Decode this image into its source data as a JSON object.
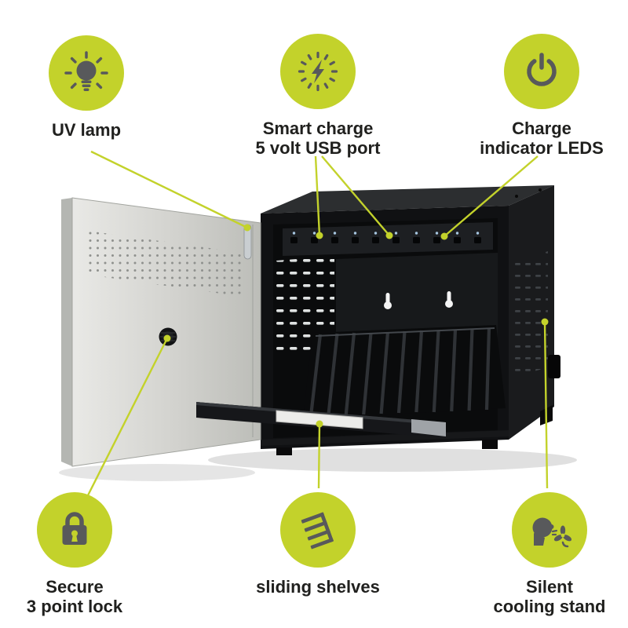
{
  "colors": {
    "accent": "#c3d22b",
    "icon_gray": "#58595b",
    "label_text": "#20201e",
    "background": "#ffffff",
    "cabinet_black": "#101113",
    "door_silver": "#d6d6d2"
  },
  "features": [
    {
      "id": "uv-lamp",
      "icon": "lightbulb-icon",
      "label_lines": [
        "UV lamp"
      ]
    },
    {
      "id": "smart-charge",
      "icon": "charge-timer-icon",
      "label_lines": [
        "Smart charge",
        "5 volt USB port"
      ]
    },
    {
      "id": "charge-indicator-leds",
      "icon": "power-icon",
      "label_lines": [
        "Charge",
        "indicator LEDS"
      ]
    },
    {
      "id": "secure-lock",
      "icon": "padlock-icon",
      "label_lines": [
        "Secure",
        "3 point lock"
      ]
    },
    {
      "id": "sliding-shelves",
      "icon": "shelves-icon",
      "label_lines": [
        "sliding shelves"
      ]
    },
    {
      "id": "silent-cooling",
      "icon": "face-fan-icon",
      "label_lines": [
        "Silent",
        "cooling stand"
      ]
    }
  ]
}
